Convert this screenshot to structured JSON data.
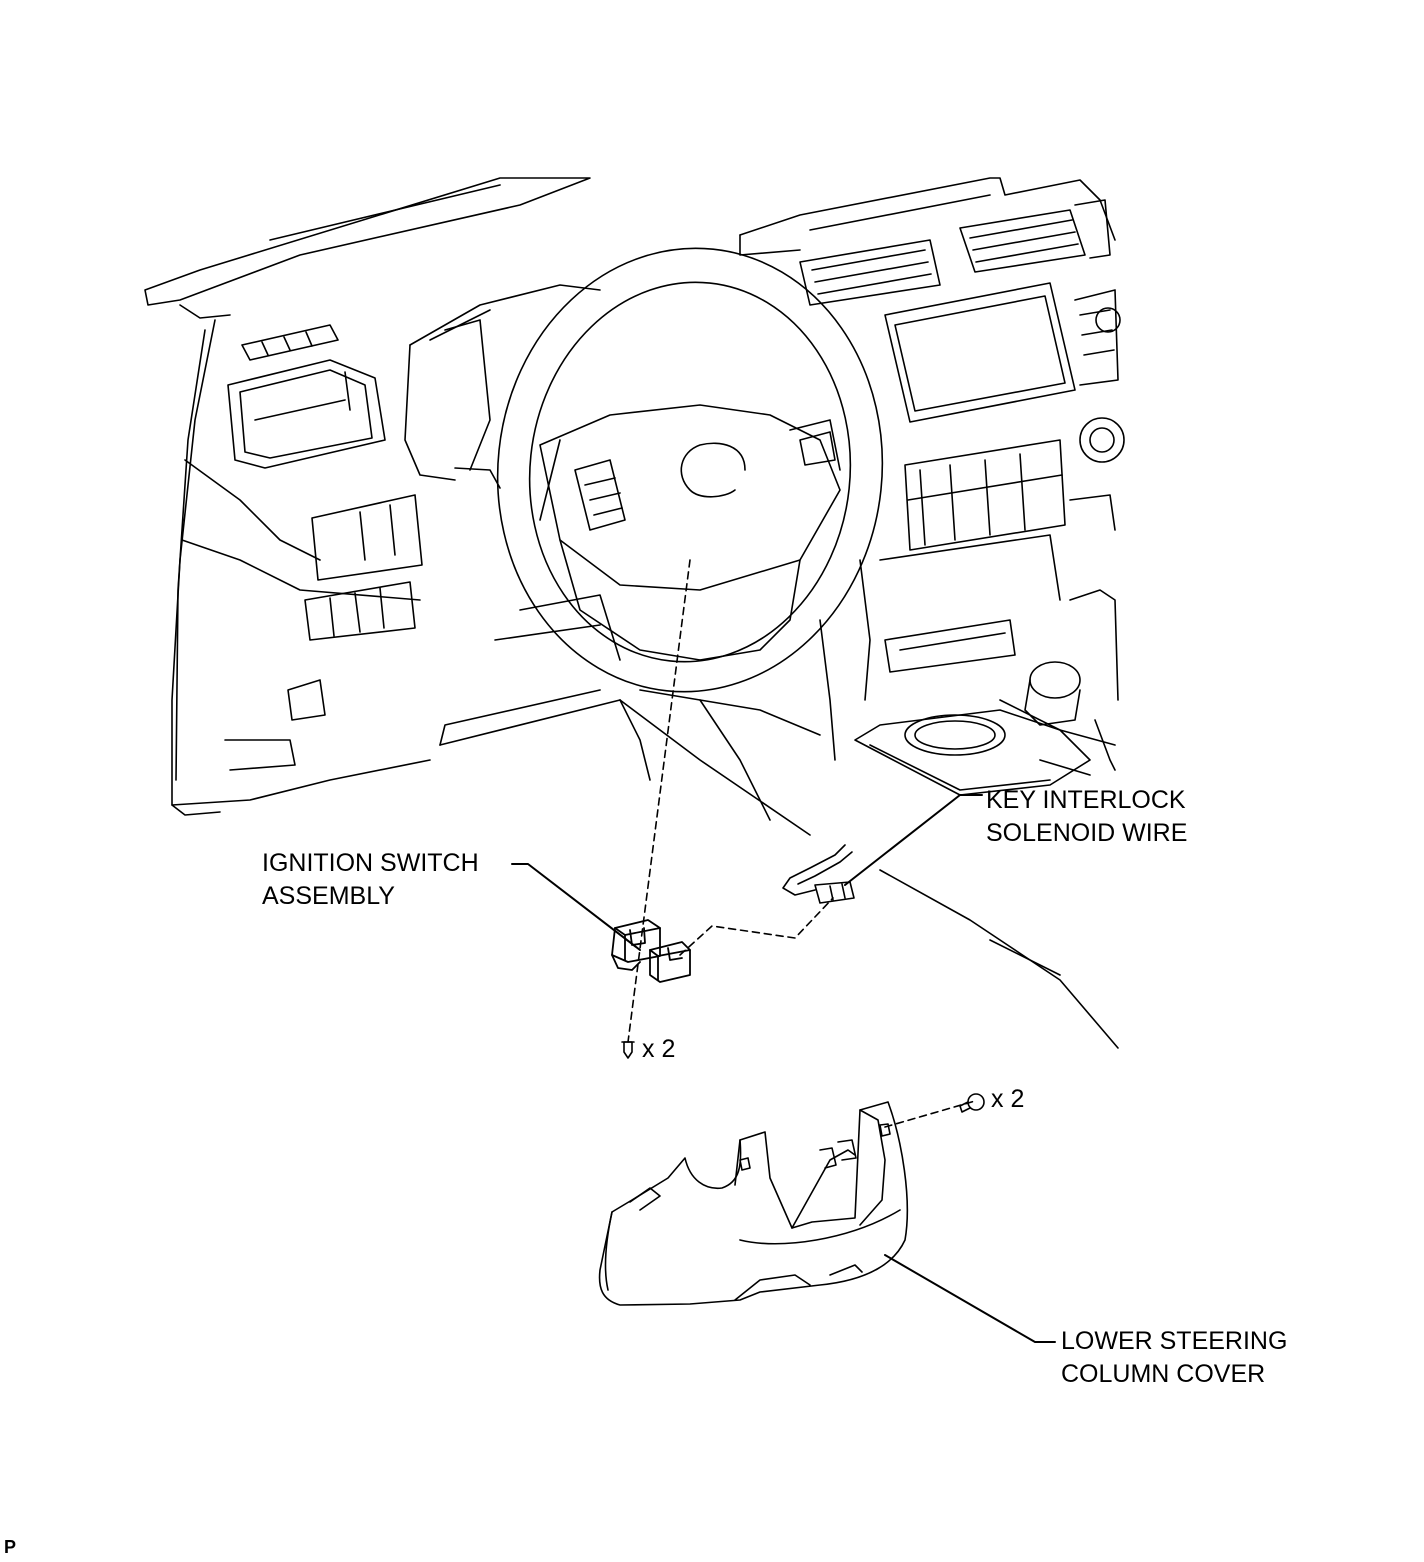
{
  "labels": {
    "key_interlock": [
      "KEY INTERLOCK",
      "SOLENOID WIRE"
    ],
    "ignition_switch": [
      "IGNITION SWITCH",
      "ASSEMBLY"
    ],
    "lower_cover": [
      "LOWER STEERING",
      "COLUMN COVER"
    ],
    "screw_qty_lower": "x 2",
    "screw_qty_cover": "x 2"
  },
  "corner_mark": "P"
}
